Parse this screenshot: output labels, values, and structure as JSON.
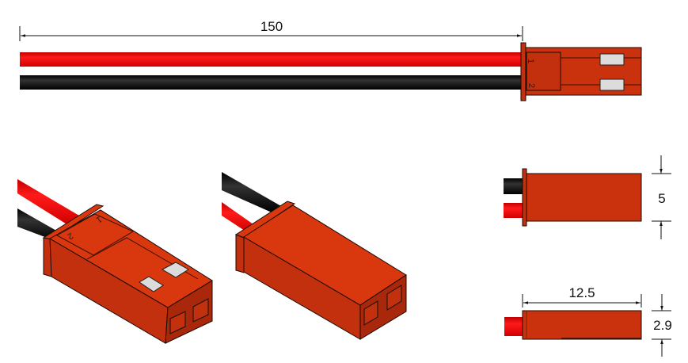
{
  "dimensions": {
    "wire_length": "150",
    "height": "5",
    "length": "12.5",
    "thickness": "2.9"
  },
  "pin_labels": [
    "1",
    "2"
  ],
  "colors": {
    "housing_top": "#d9380f",
    "housing_side": "#c2300d",
    "housing_front": "#a9280b",
    "wire_red": "#ff0000",
    "wire_black": "#111111",
    "contact_slot": "#dcdcdc"
  }
}
